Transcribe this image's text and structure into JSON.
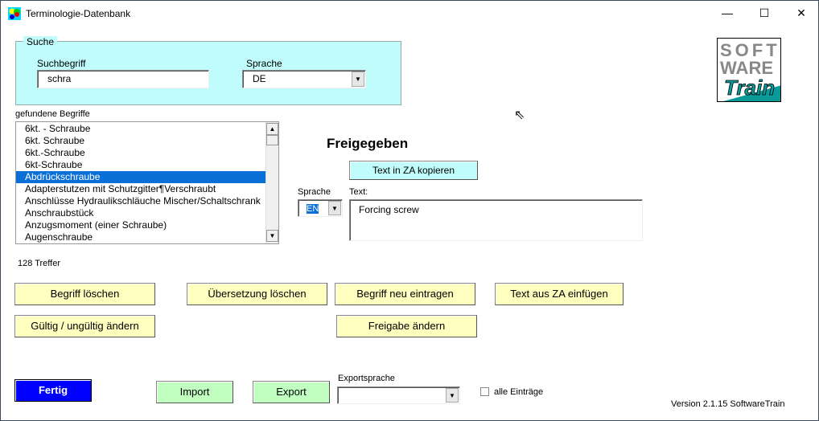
{
  "window": {
    "title": "Terminologie-Datenbank",
    "minimize": "—",
    "maximize": "☐",
    "close": "✕"
  },
  "search": {
    "legend": "Suche",
    "term_label": "Suchbegriff",
    "term_value": "schra",
    "lang_label": "Sprache",
    "lang_value": "DE"
  },
  "results": {
    "label": "gefundene  Begriffe",
    "items": [
      "6kt. - Schraube",
      "6kt. Schraube",
      "6kt.-Schraube",
      "6kt-Schraube",
      "Abdrückschraube",
      "Adapterstutzen mit Schutzgitter¶Verschraubt",
      "Anschlüsse Hydraulikschläuche Mischer/Schaltschrank",
      "Anschraubstück",
      "Anzugsmoment (einer Schraube)",
      "Augenschraube"
    ],
    "selected_index": 4,
    "count": "128 Treffer"
  },
  "detail": {
    "status": "Freigegeben",
    "copy_button": "Text in ZA kopieren",
    "lang_label": "Sprache",
    "lang_value": "EN",
    "text_label": "Text:",
    "text_value": "Forcing screw"
  },
  "buttons": {
    "delete_term": "Begriff löschen",
    "delete_translation": "Übersetzung löschen",
    "new_term": "Begriff neu eintragen",
    "paste_text": "Text aus ZA einfügen",
    "toggle_valid": "Gültig / ungültig ändern",
    "change_release": "Freigabe ändern",
    "done": "Fertig",
    "import": "Import",
    "export": "Export"
  },
  "export": {
    "lang_label": "Exportsprache",
    "lang_value": "",
    "all_entries_label": "alle Einträge",
    "all_entries_checked": false
  },
  "logo": {
    "text": "SOFTWARE Train"
  },
  "version": "Version 2.1.15  SoftwareTrain"
}
